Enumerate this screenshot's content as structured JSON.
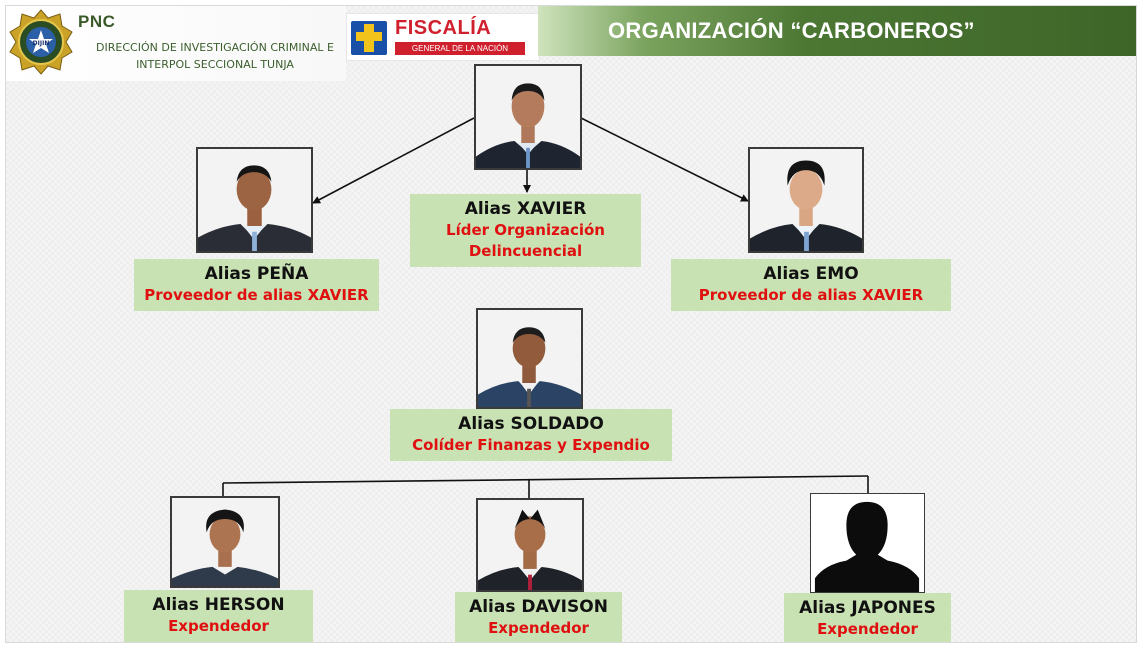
{
  "header": {
    "agency_short": "PNC",
    "agency_unit_line1": "DIRECCIÓN DE INVESTIGACIÓN CRIMINAL E",
    "agency_unit_line2": "INTERPOL SECCIONAL TUNJA",
    "badge_text": "DIJIN",
    "fiscalia_title": "FISCALÍA",
    "fiscalia_subtitle": "GENERAL DE LA NACIÓN",
    "slide_title": "ORGANIZACIÓN “CARBONEROS”"
  },
  "colors": {
    "header_green": "#3d6528",
    "label_bg": "#c8e2b4",
    "role_red": "#e01010",
    "fiscalia_red": "#d0202e",
    "fiscalia_blue": "#1a4fa8"
  },
  "members": {
    "xavier": {
      "alias": "Alias XAVIER",
      "role_line1": "Líder Organización",
      "role_line2": "Delincuencial"
    },
    "pena": {
      "alias": "Alias PEÑA",
      "role": "Proveedor de alias XAVIER"
    },
    "emo": {
      "alias": "Alias EMO",
      "role": "Proveedor de alias XAVIER"
    },
    "soldado": {
      "alias": "Alias SOLDADO",
      "role": "Colíder Finanzas y Expendio"
    },
    "herson": {
      "alias": "Alias HERSON",
      "role": "Expendedor"
    },
    "davison": {
      "alias": "Alias DAVISON",
      "role": "Expendedor"
    },
    "japones": {
      "alias": "Alias JAPONES",
      "role": "Expendedor"
    }
  }
}
